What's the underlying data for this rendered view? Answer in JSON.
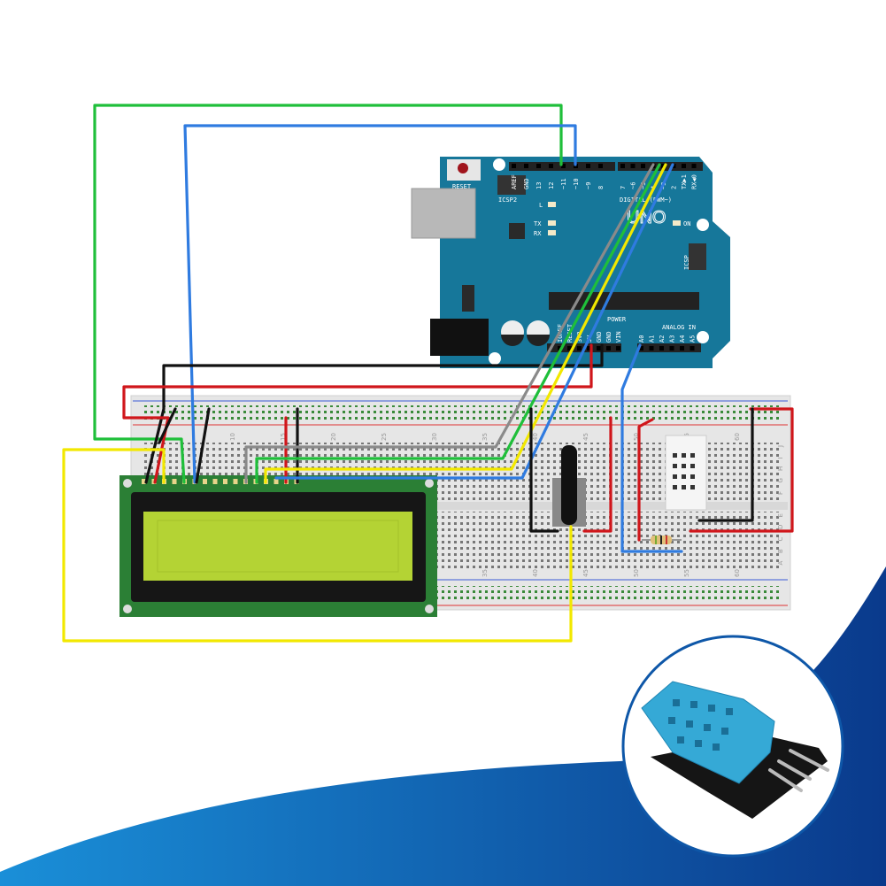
{
  "arduino": {
    "reset_label": "RESET",
    "icsp2_label": "ICSP2",
    "icsp_label": "ICSP",
    "led_l": "L",
    "led_tx": "TX",
    "led_rx": "RX",
    "led_on": "ON",
    "logo": "UNO",
    "digital_label": "DIGITAL (PWM~)",
    "power_label": "POWER",
    "analog_label": "ANALOG IN",
    "top_pins_left": [
      "AREF",
      "GND",
      "13",
      "12",
      "~11",
      "~10",
      "~9",
      "8"
    ],
    "top_pins_right": [
      "7",
      "~6",
      "~5",
      "4",
      "~3",
      "2",
      "TX▶1",
      "RX◀0"
    ],
    "power_pins": [
      "IOREF",
      "RESET",
      "3V3",
      "5V",
      "GND",
      "GND",
      "VIN"
    ],
    "analog_pins": [
      "A0",
      "A1",
      "A2",
      "A3",
      "A4",
      "A5"
    ]
  },
  "breadboard": {
    "column_numbers": [
      "10",
      "15",
      "20",
      "25",
      "30",
      "35",
      "40",
      "45",
      "50",
      "55",
      "60"
    ],
    "row_letters": [
      "J",
      "I",
      "H",
      "G",
      "F",
      "E",
      "D",
      "C",
      "B",
      "A"
    ]
  },
  "colors": {
    "board": "#16779a",
    "lcd_pcb": "#2b7f35",
    "lcd_screen": "#b4d334",
    "brand_blue_light": "#1a8fd8",
    "brand_blue_dark": "#0a3a8c",
    "wire_green": "#1fbf3a",
    "wire_blue": "#2f7be0",
    "wire_yellow": "#f2e800",
    "wire_red": "#d0161b",
    "wire_black": "#111111",
    "wire_gray": "#8a8a8a",
    "sensor_blue": "#35a9d6"
  }
}
